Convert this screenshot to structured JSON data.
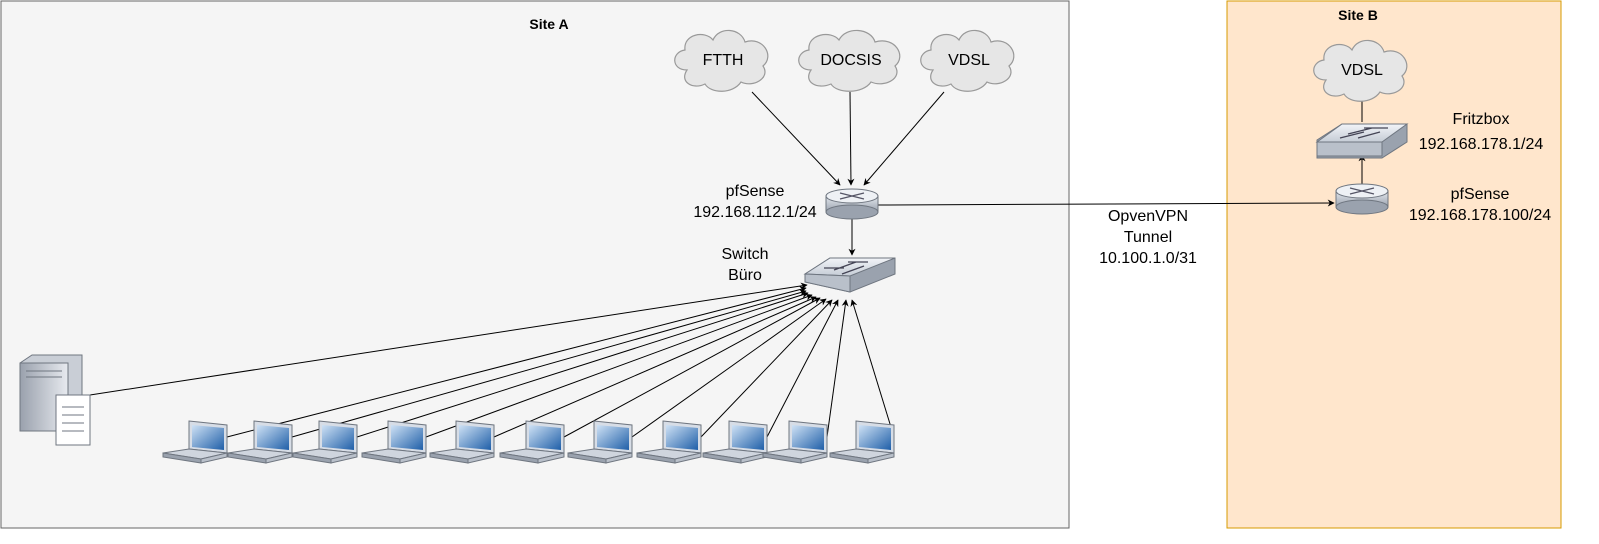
{
  "siteA": {
    "title": "Site A",
    "internet": [
      "FTTH",
      "DOCSIS",
      "VDSL"
    ],
    "router": {
      "name": "pfSense",
      "ip": "192.168.112.1/24"
    },
    "switch": {
      "line1": "Switch",
      "line2": "Büro"
    },
    "server_icon": "file-server-icon",
    "laptop_icon": "laptop-icon",
    "laptop_count": 11
  },
  "vpn": {
    "line1": "OpvenVPN",
    "line2": "Tunnel",
    "line3": "10.100.1.0/31"
  },
  "siteB": {
    "title": "Site B",
    "internet": "VDSL",
    "fritzbox": {
      "name": "Fritzbox",
      "ip": "192.168.178.1/24"
    },
    "router": {
      "name": "pfSense",
      "ip": "192.168.178.100/24"
    }
  },
  "colors": {
    "siteA_fill": "#f5f5f5",
    "siteA_stroke": "#666666",
    "siteB_fill": "#ffe6cc",
    "siteB_stroke": "#d79b00",
    "cloud_fill": "#e6e6e6",
    "cloud_stroke": "#999999",
    "edge": "#000000"
  }
}
